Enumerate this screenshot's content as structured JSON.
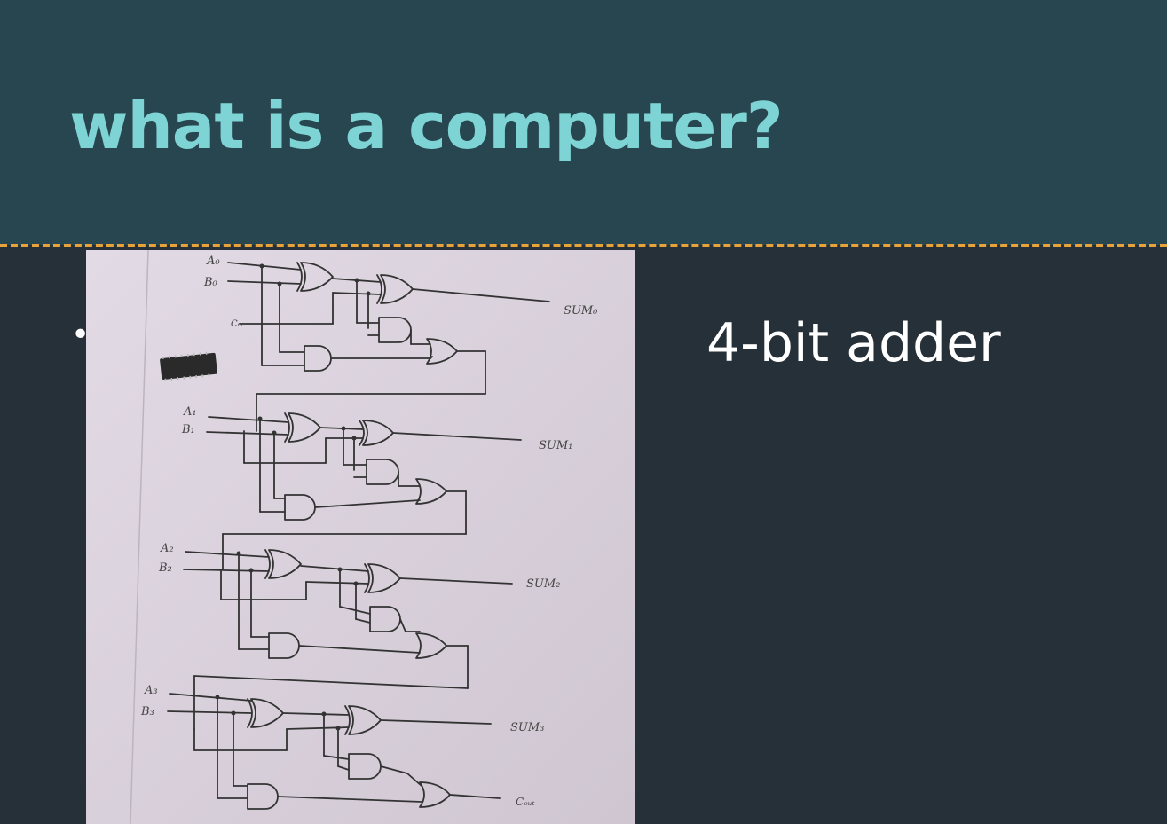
{
  "slide": {
    "title": "what is a computer?",
    "bullet_char": "•",
    "caption": "4-bit adder"
  },
  "photo": {
    "labels": {
      "a0": "A₀",
      "b0": "B₀",
      "cin": "Cᵢₙ",
      "sum0": "SUM₀",
      "a1": "A₁",
      "b1": "B₁",
      "sum1": "SUM₁",
      "a2": "A₂",
      "b2": "B₂",
      "sum2": "SUM₂",
      "a3": "A₃",
      "b3": "B₃",
      "sum3": "SUM₃",
      "cout": "Cₒᵤₜ"
    }
  },
  "colors": {
    "header_bg": "#284650",
    "body_bg": "#263038",
    "title": "#7ed4d4",
    "divider": "#e8a23a",
    "paper": "#d8d0da",
    "ink": "#333333"
  }
}
